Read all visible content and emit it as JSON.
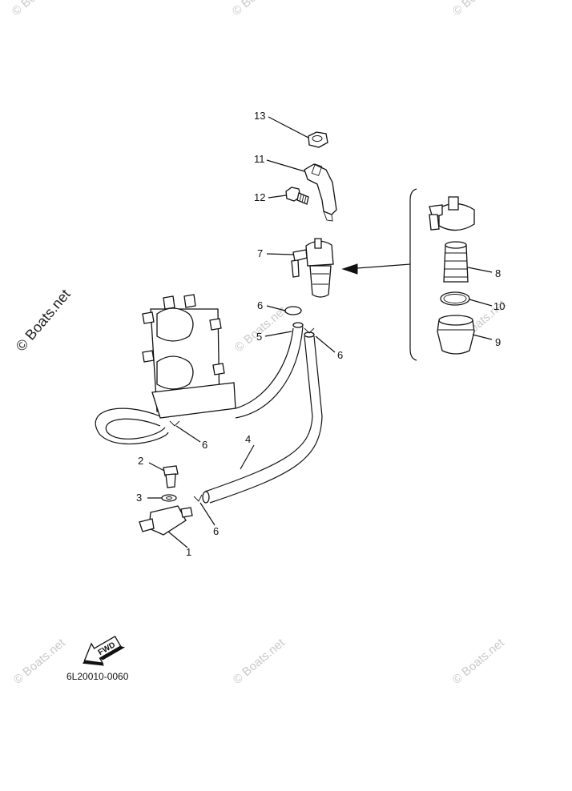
{
  "diagram": {
    "drawing_code": "6L20010-0060",
    "fwd_label": "FWD",
    "callouts": {
      "c1": "1",
      "c2": "2",
      "c3": "3",
      "c4": "4",
      "c5": "5",
      "c6a": "6",
      "c6b": "6",
      "c6c": "6",
      "c6d": "6",
      "c7": "7",
      "c8": "8",
      "c9": "9",
      "c10": "10",
      "c11": "11",
      "c12": "12",
      "c13": "13"
    }
  },
  "watermark": {
    "side_text": "© Boats.net",
    "text": "© Boats.net"
  }
}
